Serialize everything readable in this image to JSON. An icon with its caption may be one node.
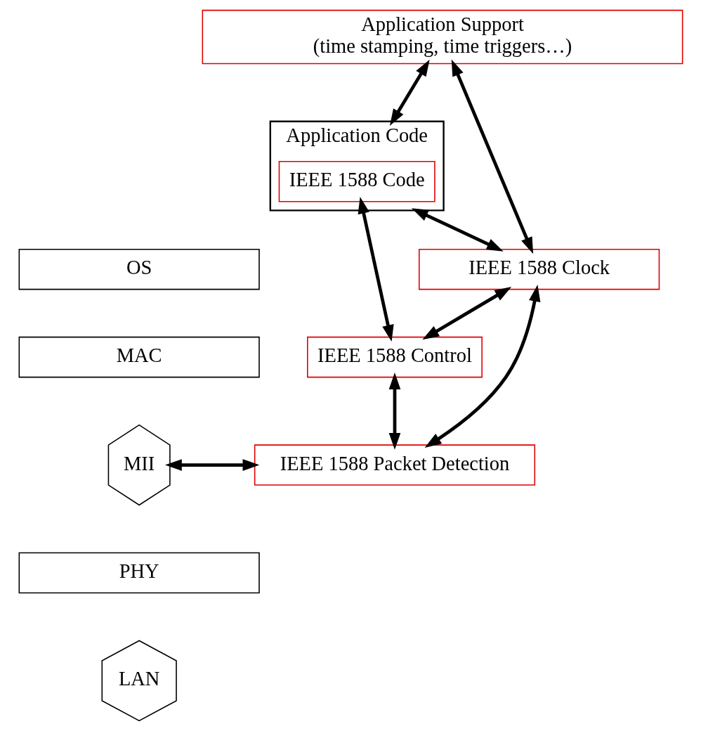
{
  "diagram": {
    "nodes": [
      {
        "text": [
          "Application Support",
          "(time stamping, time triggers…)"
        ]
      },
      {
        "text": [
          "Application Code"
        ]
      },
      {
        "text": [
          "IEEE 1588 Code"
        ],
        "in": 1
      },
      {
        "text": [
          "OS"
        ]
      },
      {
        "text": [
          "MAC"
        ]
      },
      {
        "text": [
          "IEEE 1588 Clock"
        ]
      },
      {
        "text": [
          "IEEE 1588 Control"
        ]
      },
      {
        "text": [
          "MII"
        ]
      },
      {
        "text": [
          "IEEE 1588 Packet Detection"
        ]
      },
      {
        "text": [
          "PHY"
        ]
      },
      {
        "text": [
          "LAN"
        ]
      }
    ],
    "edges": [
      {
        "from": 0,
        "to": 1,
        "arrow": "both"
      },
      {
        "from": 0,
        "to": 5,
        "arrow": "both"
      },
      {
        "from": 1,
        "to": 5,
        "arrow": "both"
      },
      {
        "from": 2,
        "to": 6,
        "arrow": "both"
      },
      {
        "from": 5,
        "to": 6,
        "arrow": "both"
      },
      {
        "from": 5,
        "to": 8,
        "arrow": "both"
      },
      {
        "from": 6,
        "to": 8,
        "arrow": "both"
      },
      {
        "from": 7,
        "to": 8,
        "arrow": "both"
      }
    ]
  }
}
